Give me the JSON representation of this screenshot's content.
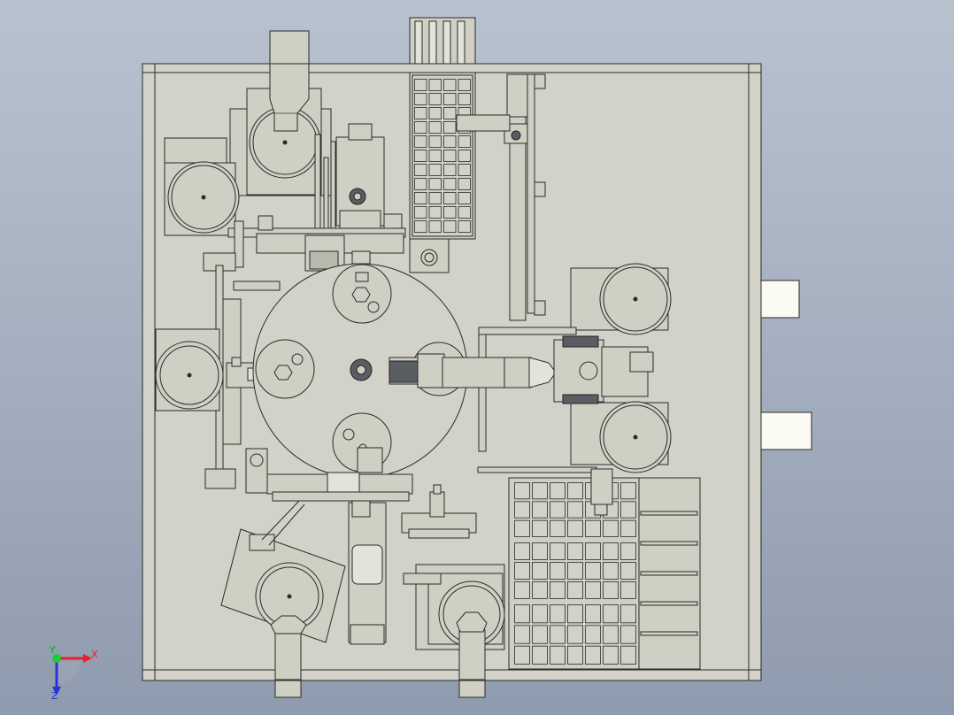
{
  "colors": {
    "background_top": "#b9c2cf",
    "background_bottom": "#8f9bae",
    "plate": "#d2d2c8",
    "part": "#cfcfc4",
    "outline": "#2b2b2b",
    "arrow_fill": "#fbfbf3",
    "axis_x": "#e8202a",
    "axis_y": "#21b534",
    "axis_z": "#2533d8",
    "axis_origin": "#22c932"
  },
  "triad": {
    "x_label": "X",
    "y_label": "Y",
    "z_label": "Z"
  },
  "icons": {
    "triad": "coordinate-triad-icon",
    "vibratory_bowl": "vibratory-bowl-icon",
    "rotary_table": "rotary-index-table-icon",
    "tray": "grid-tray-icon",
    "feed_arrow": "feed-arrow-icon"
  }
}
